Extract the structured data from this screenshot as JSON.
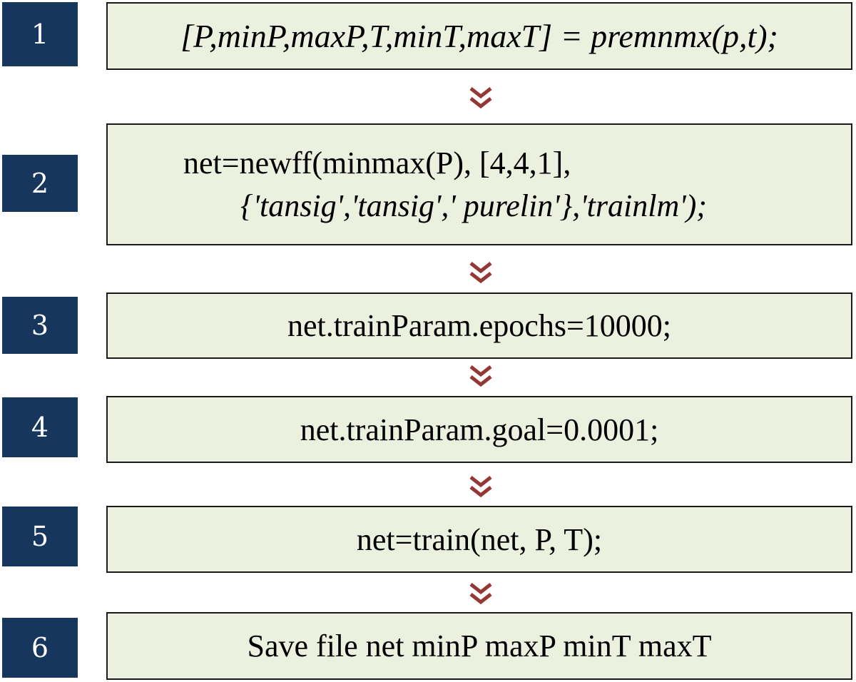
{
  "colors": {
    "number_bg": "#17365d",
    "number_text": "#ffffff",
    "box_bg": "#ebf1de",
    "box_border": "#1a1a1a",
    "arrow": "#953735"
  },
  "steps": [
    {
      "number": "1",
      "code": "[P,minP,maxP,T,minT,maxT] = premnmx(p,t);"
    },
    {
      "number": "2",
      "code_line1": "net=newff(minmax(P), [4,4,1],",
      "code_line2": "{'tansig','tansig',' purelin'},'trainlm');"
    },
    {
      "number": "3",
      "code": "net.trainParam.epochs=10000;"
    },
    {
      "number": "4",
      "code": "net.trainParam.goal=0.0001;"
    },
    {
      "number": "5",
      "code": "net=train(net, P, T);"
    },
    {
      "number": "6",
      "code": "Save file net minP maxP minT maxT"
    }
  ],
  "arrow_icon": "double-chevron-down-icon"
}
